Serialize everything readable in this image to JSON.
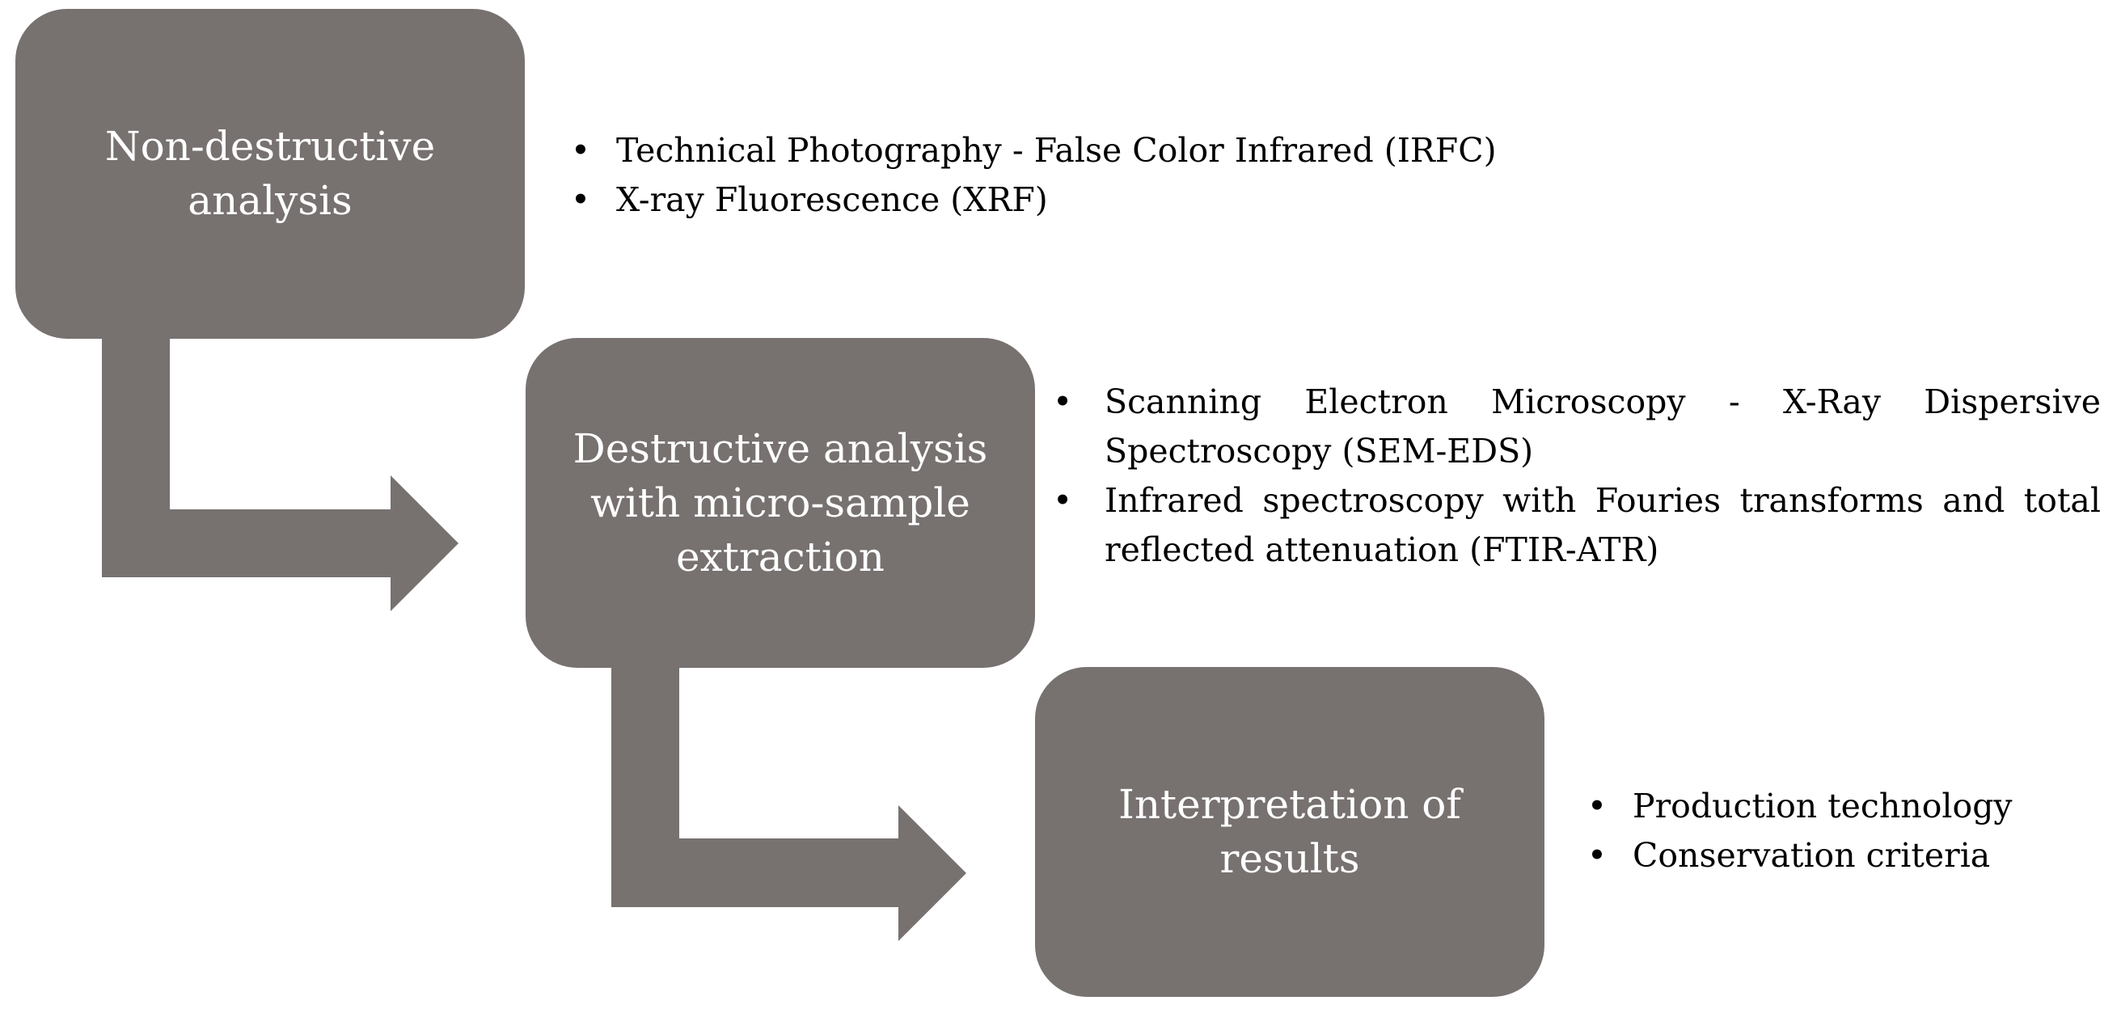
{
  "colors": {
    "shape_fill": "#777170",
    "box_text": "#ffffff",
    "bullet_text": "#000000"
  },
  "steps": [
    {
      "title": "Non-destructive\nanalysis",
      "bullets": [
        "Technical Photography - False Color Infrared (IRFC)",
        "X-ray Fluorescence (XRF)"
      ]
    },
    {
      "title": "Destructive analysis\nwith micro-sample\nextraction",
      "bullets": [
        "Scanning Electron Microscopy - X-Ray Dispersive Spectroscopy (SEM-EDS)",
        "Infrared spectroscopy with Fouries transforms and total reflected attenuation (FTIR-ATR)"
      ]
    },
    {
      "title": "Interpretation of\nresults",
      "bullets": [
        "Production technology",
        "Conservation criteria"
      ]
    }
  ],
  "bullet_glyph": "•"
}
